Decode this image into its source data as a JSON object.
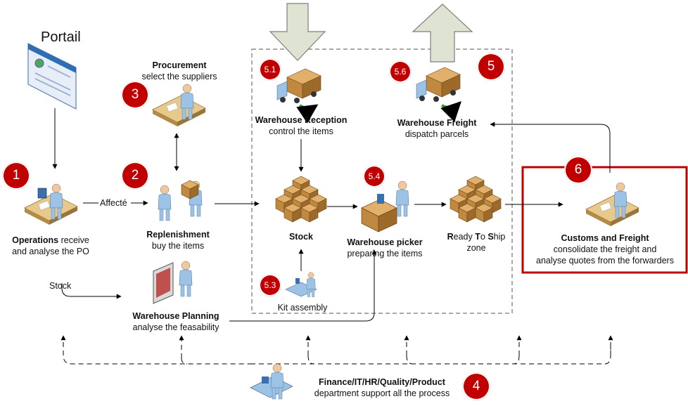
{
  "portal": {
    "title": "Portail"
  },
  "steps": {
    "operations": {
      "badge": "1",
      "bold": "Operations",
      "rest": " receive",
      "line2": "and analyse the PO"
    },
    "replenishment": {
      "badge": "2",
      "title": "Replenishment",
      "subtitle": "buy the items"
    },
    "procurement": {
      "badge": "3",
      "title": "Procurement",
      "subtitle": "select the suppliers"
    },
    "support": {
      "badge": "4",
      "title": "Finance/IT/HR/Quality/Product",
      "subtitle": "department support all the process"
    },
    "warehouse": {
      "badge": "5"
    },
    "reception": {
      "badge": "5.1",
      "title": "Warehouse Reception",
      "subtitle": "control the items"
    },
    "kit": {
      "badge": "5.3",
      "label": "Kit assembly"
    },
    "picker": {
      "badge": "5.4",
      "title": "Warehouse picker",
      "subtitle": "preparing the items"
    },
    "freight": {
      "badge": "5.6",
      "title": "Warehouse Freight",
      "subtitle": "dispatch parcels"
    },
    "customs": {
      "badge": "6",
      "title": "Customs and Freight",
      "line2": "consolidate the freight and",
      "line3": "analyse quotes from the forwarders"
    },
    "planning": {
      "title": "Warehouse Planning",
      "subtitle": "analyse the feasability"
    },
    "stock": {
      "title": "Stock"
    },
    "ready": {
      "r1": "R",
      "r2": "eady ",
      "t1": "T",
      "t2": "o ",
      "s1": "S",
      "s2": "hip",
      "line2": "zone"
    }
  },
  "edges": {
    "affecte": "Affecté",
    "stock": "Stock"
  },
  "colors": {
    "badge": "#c00000",
    "highlight_border": "#c00000",
    "arrow_fill": "#dfe3d2",
    "arrow_stroke": "#7f7f7f",
    "box_fill": "#c0893f",
    "person": "#9cc3e5"
  }
}
